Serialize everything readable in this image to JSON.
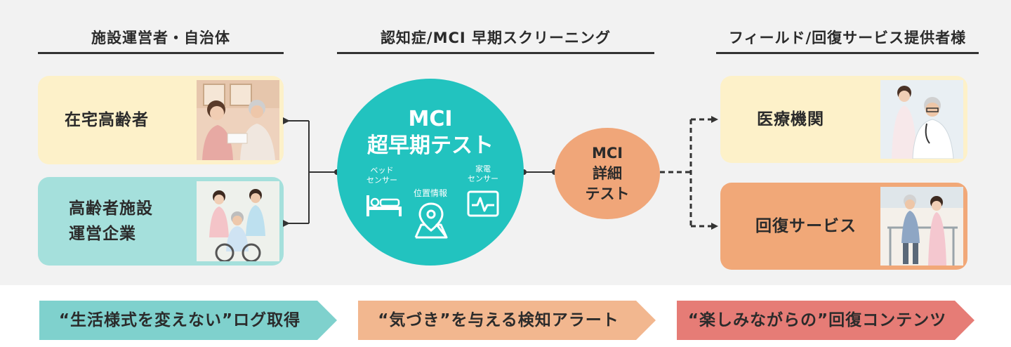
{
  "headers": {
    "left": "施設運営者・自治体",
    "center": "認知症/MCI 早期スクリーニング",
    "right": "フィールド/回復サービス提供者様"
  },
  "left_cards": [
    {
      "label": "在宅高齢者",
      "photo": "elderly-at-home-photo"
    },
    {
      "label_line1": "高齢者施設",
      "label_line2": "運営企業",
      "photo": "care-facility-staff-photo"
    }
  ],
  "center_circle": {
    "title_line1": "MCI",
    "title_line2": "超早期テスト",
    "sensors": [
      {
        "line1": "ベッド",
        "line2": "センサー",
        "icon": "bed-icon"
      },
      {
        "line1": "位置情報",
        "line2": "",
        "icon": "location-map-icon"
      },
      {
        "line1": "家電",
        "line2": "センサー",
        "icon": "appliance-monitor-icon"
      }
    ]
  },
  "detail_circle": {
    "line1": "MCI",
    "line2": "詳細",
    "line3": "テスト"
  },
  "right_cards": [
    {
      "label": "医療機関",
      "photo": "doctor-nurse-photo"
    },
    {
      "label": "回復サービス",
      "photo": "rehabilitation-photo"
    }
  ],
  "banners": [
    {
      "text": "“生活様式を変えない”ログ取得"
    },
    {
      "text": "“気づき”を与える検知アラート"
    },
    {
      "text": "“楽しみながらの”回復コンテンツ"
    }
  ],
  "colors": {
    "panel_bg": "#f2f2f2",
    "card_yellow": "#fdf1c9",
    "card_teal": "#a5e0dc",
    "circle_teal": "#22c3bf",
    "circle_orange": "#f0a679",
    "card_orange": "#f1a878",
    "banner_teal": "#7fd1cd",
    "banner_orange": "#f2b78f",
    "banner_red": "#e67c76"
  }
}
